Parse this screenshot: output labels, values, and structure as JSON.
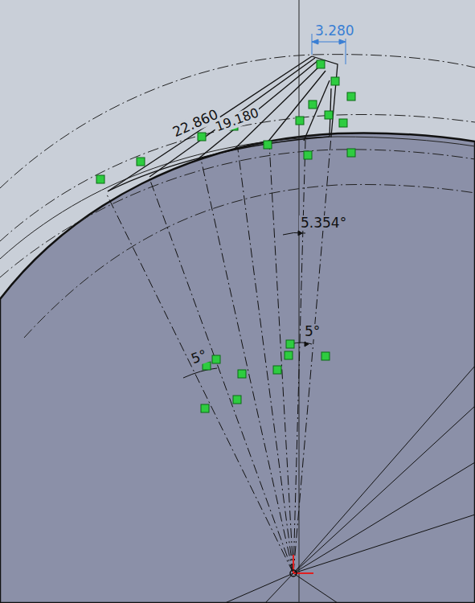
{
  "diagram": {
    "labels": [
      "3.280",
      "22.860",
      "19.180",
      "5.354°",
      "5°",
      "5°"
    ]
  }
}
